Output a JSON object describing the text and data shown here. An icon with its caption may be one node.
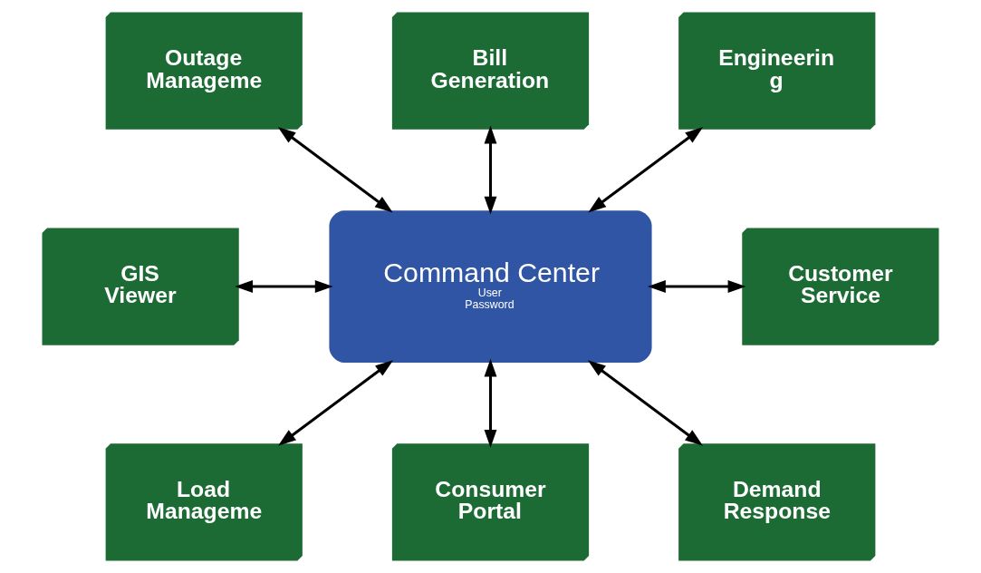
{
  "diagram": {
    "nodes": [
      {
        "text": [
          "Outage Manageme"
        ]
      },
      {
        "text": [
          "Bill Generation"
        ]
      },
      {
        "text": [
          "Engineerin g"
        ]
      },
      {
        "text": [
          "GIS Viewer"
        ]
      },
      {
        "text": [
          "Command Center",
          "User",
          "Password"
        ]
      },
      {
        "text": [
          "Customer Service"
        ]
      },
      {
        "text": [
          "Load Manageme"
        ]
      },
      {
        "text": [
          "Consumer Portal"
        ]
      },
      {
        "text": [
          "Demand Response"
        ]
      }
    ],
    "edges": [
      {
        "from": 0,
        "to": 4,
        "arrow": "both"
      },
      {
        "from": 1,
        "to": 4,
        "arrow": "both"
      },
      {
        "from": 2,
        "to": 4,
        "arrow": "both"
      },
      {
        "from": 3,
        "to": 4,
        "arrow": "both"
      },
      {
        "from": 4,
        "to": 5,
        "arrow": "both"
      },
      {
        "from": 4,
        "to": 6,
        "arrow": "both"
      },
      {
        "from": 4,
        "to": 7,
        "arrow": "both"
      },
      {
        "from": 4,
        "to": 8,
        "arrow": "both"
      }
    ]
  }
}
